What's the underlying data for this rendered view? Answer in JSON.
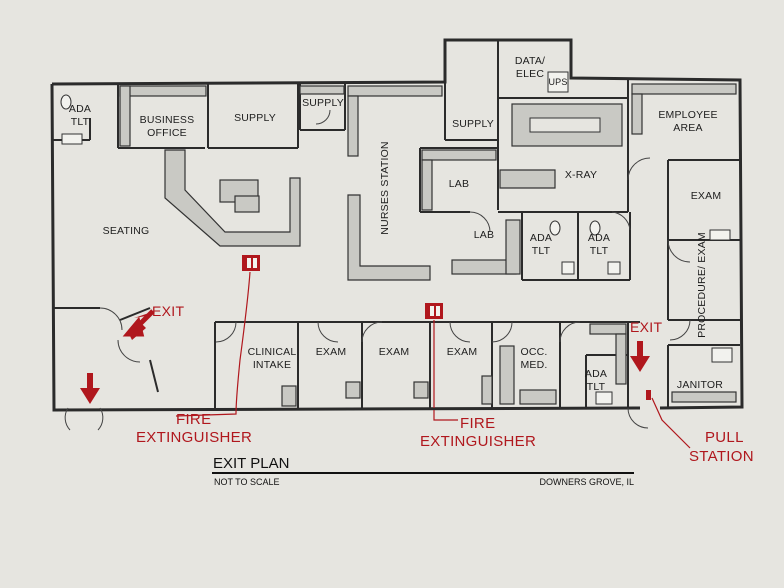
{
  "rooms": {
    "ada_tlt_1": "ADA",
    "ada_tlt_1b": "TLT",
    "business_office_1": "BUSINESS",
    "business_office_2": "OFFICE",
    "supply_1": "SUPPLY",
    "supply_2": "SUPPLY",
    "supply_3": "SUPPLY",
    "data_elec_1": "DATA/",
    "data_elec_2": "ELEC",
    "ups_label": "UPS",
    "nurses_station": "NURSES STATION",
    "lab_1": "LAB",
    "lab_2": "LAB",
    "xray": "X-RAY",
    "employee_area_1": "EMPLOYEE",
    "employee_area_2": "AREA",
    "exam_right": "EXAM",
    "procedure_exam": "PROCEDURE/ EXAM",
    "seating": "SEATING",
    "ada_tlt_2": "ADA",
    "ada_tlt_2b": "TLT",
    "ada_tlt_3": "ADA",
    "ada_tlt_3b": "TLT",
    "clinical_intake_1": "CLINICAL",
    "clinical_intake_2": "INTAKE",
    "exam_1": "EXAM",
    "exam_2": "EXAM",
    "exam_3": "EXAM",
    "occ_med_1": "OCC.",
    "occ_med_2": "MED.",
    "ada_tlt_4": "ADA",
    "ada_tlt_4b": "TLT",
    "janitor": "JANITOR"
  },
  "markers": {
    "exit_left": "EXIT",
    "exit_right": "EXIT",
    "fire_ext_left_1": "FIRE",
    "fire_ext_left_2": "EXTINGUISHER",
    "fire_ext_mid_1": "FIRE",
    "fire_ext_mid_2": "EXTINGUISHER",
    "pull_station_1": "PULL",
    "pull_station_2": "STATION"
  },
  "footer": {
    "title": "EXIT PLAN",
    "scale_note": "NOT TO SCALE",
    "location": "DOWNERS GROVE, IL"
  },
  "colors": {
    "wall": "#2b2b2b",
    "marker_red": "#b0171d",
    "paper": "#e9e8e3"
  }
}
